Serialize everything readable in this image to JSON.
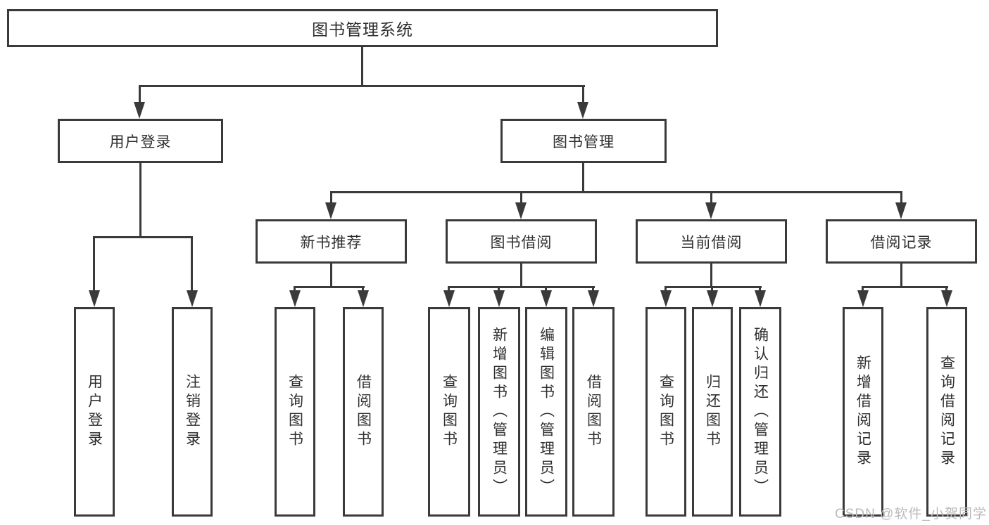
{
  "diagram": {
    "root": {
      "label": "图书管理系统"
    },
    "branches": [
      {
        "label": "用户登录",
        "children": [
          {
            "label": "用户登录"
          },
          {
            "label": "注销登录"
          }
        ]
      },
      {
        "label": "图书管理",
        "children": [
          {
            "label": "新书推荐",
            "children": [
              {
                "label": "查询图书"
              },
              {
                "label": "借阅图书"
              }
            ]
          },
          {
            "label": "图书借阅",
            "children": [
              {
                "label": "查询图书"
              },
              {
                "label": "新增图书（管理员）"
              },
              {
                "label": "编辑图书（管理员）"
              },
              {
                "label": "借阅图书"
              }
            ]
          },
          {
            "label": "当前借阅",
            "children": [
              {
                "label": "查询图书"
              },
              {
                "label": "归还图书"
              },
              {
                "label": "确认归还（管理员）"
              }
            ]
          },
          {
            "label": "借阅记录",
            "children": [
              {
                "label": "新增借阅记录"
              },
              {
                "label": "查询借阅记录"
              }
            ]
          }
        ]
      }
    ],
    "colors": {
      "line": "#3a3a3a",
      "text": "#2f2f2f",
      "watermark": "#b9babe",
      "background": "#ffffff"
    }
  },
  "watermark": {
    "text": "CSDN @软件_小贺同学"
  }
}
